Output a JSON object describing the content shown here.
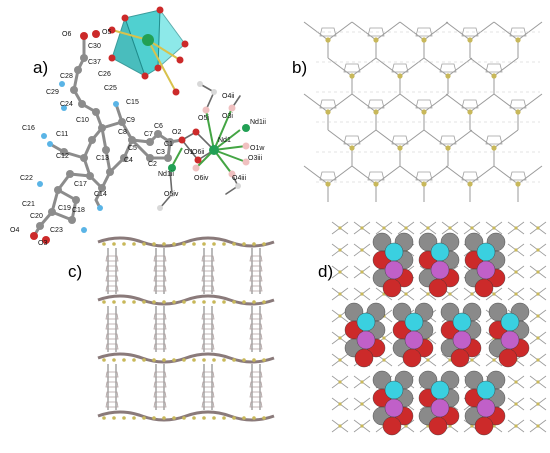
{
  "panels": [
    {
      "label": "a)"
    },
    {
      "label": "b)"
    },
    {
      "label": "c)"
    },
    {
      "label": "d)"
    }
  ],
  "atom_labels": [
    "O6",
    "O5",
    "C30",
    "C37",
    "C26",
    "C28",
    "C29",
    "C25",
    "C24",
    "C15",
    "C10",
    "C9",
    "C16",
    "C11",
    "C8",
    "C7",
    "O2",
    "C6",
    "C5",
    "C4",
    "C1",
    "C2",
    "C3",
    "C12",
    "C13",
    "O1",
    "C14",
    "C17",
    "C18",
    "C22",
    "C19",
    "C21",
    "C20",
    "C23",
    "O4",
    "O3",
    "O5i",
    "O4ii",
    "O3i",
    "Nd1ii",
    "Nd1",
    "O1w",
    "O6ii",
    "O3iii",
    "Nd1ii",
    "O4iii",
    "O5iv",
    "O6iv"
  ],
  "colors": {
    "carbon": "#8c8c8c",
    "oxygen": "#cc2a2a",
    "hydrogen": "#5ab4e6",
    "neodymium": "#22a055",
    "polyhedron": "#32c8c8",
    "lattice_metal": "#c8b85a",
    "spacefill_cyan": "#3ad0e0",
    "spacefill_magenta": "#c060c8"
  }
}
